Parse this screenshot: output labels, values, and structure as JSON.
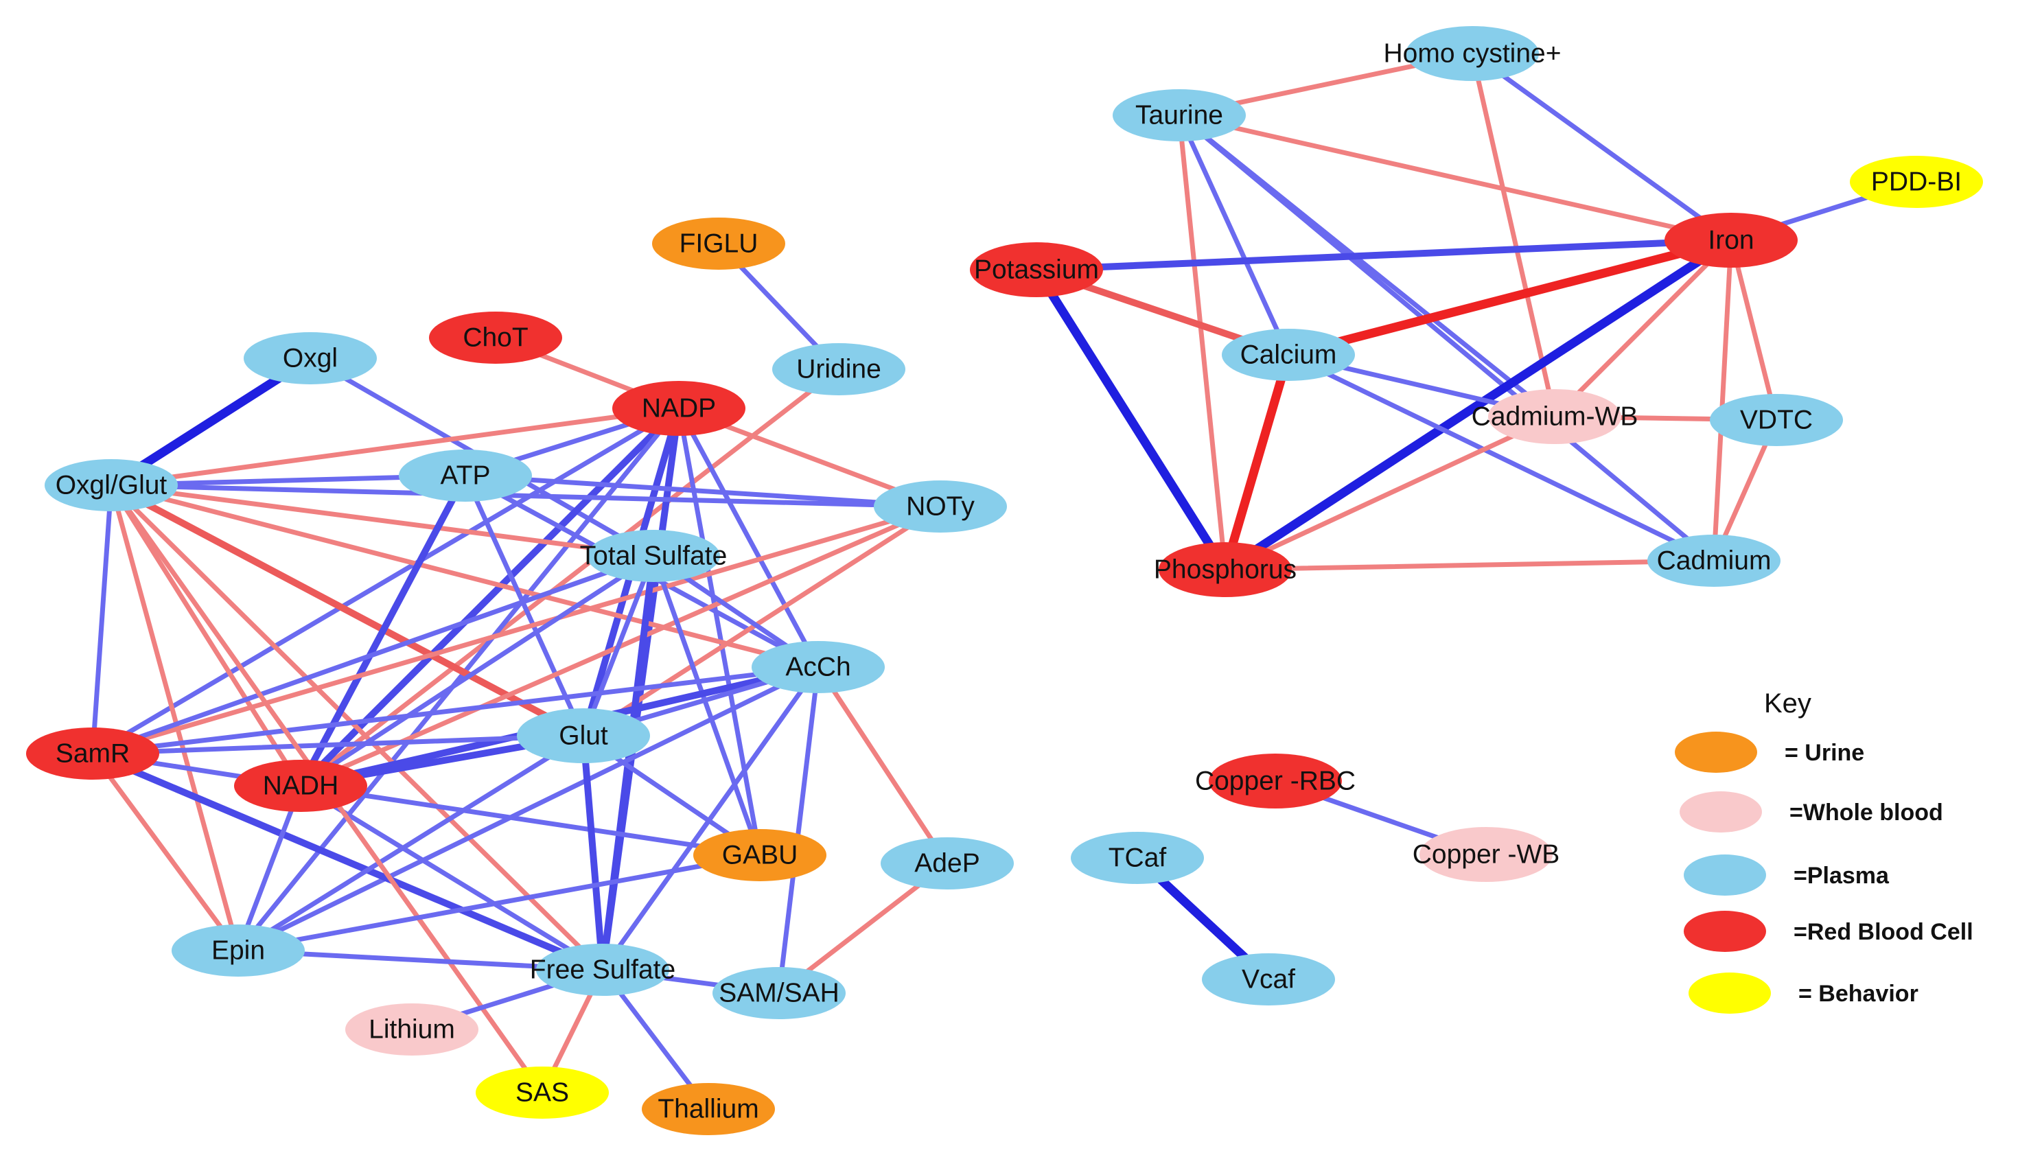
{
  "colors": {
    "plasma": "#87CEEB",
    "rbc": "#F0312F",
    "urine": "#F7941D",
    "whole_blood": "#F9C9CB",
    "behavior": "#FFFF00",
    "positive_edge": "#F08080",
    "negative_edge": "#6A6AF0"
  },
  "nodes": [
    {
      "id": "oxgl",
      "label": "Oxgl",
      "group": "plasma"
    },
    {
      "id": "chot",
      "label": "ChoT",
      "group": "rbc"
    },
    {
      "id": "figlu",
      "label": "FIGLU",
      "group": "urine"
    },
    {
      "id": "uridine",
      "label": "Uridine",
      "group": "plasma"
    },
    {
      "id": "nadp",
      "label": "NADP",
      "group": "rbc"
    },
    {
      "id": "oxglglut",
      "label": "Oxgl/Glut",
      "group": "plasma"
    },
    {
      "id": "atp",
      "label": "ATP",
      "group": "plasma"
    },
    {
      "id": "noty",
      "label": "NOTy",
      "group": "plasma"
    },
    {
      "id": "totsulf",
      "label": "Total Sulfate",
      "group": "plasma"
    },
    {
      "id": "acch",
      "label": "AcCh",
      "group": "plasma"
    },
    {
      "id": "samr",
      "label": "SamR",
      "group": "rbc"
    },
    {
      "id": "glut",
      "label": "Glut",
      "group": "plasma"
    },
    {
      "id": "nadh",
      "label": "NADH",
      "group": "rbc"
    },
    {
      "id": "gabu",
      "label": "GABU",
      "group": "urine"
    },
    {
      "id": "adep",
      "label": "AdeP",
      "group": "plasma"
    },
    {
      "id": "epin",
      "label": "Epin",
      "group": "plasma"
    },
    {
      "id": "freesulf",
      "label": "Free Sulfate",
      "group": "plasma"
    },
    {
      "id": "samsah",
      "label": "SAM/SAH",
      "group": "plasma"
    },
    {
      "id": "lithium",
      "label": "Lithium",
      "group": "whole_blood"
    },
    {
      "id": "sas",
      "label": "SAS",
      "group": "behavior"
    },
    {
      "id": "thallium",
      "label": "Thallium",
      "group": "urine"
    },
    {
      "id": "homocys",
      "label": "Homo cystine+",
      "group": "plasma"
    },
    {
      "id": "taurine",
      "label": "Taurine",
      "group": "plasma"
    },
    {
      "id": "pddbi",
      "label": "PDD-BI",
      "group": "behavior"
    },
    {
      "id": "iron",
      "label": "Iron",
      "group": "rbc"
    },
    {
      "id": "potassium",
      "label": "Potassium",
      "group": "rbc"
    },
    {
      "id": "calcium",
      "label": "Calcium",
      "group": "plasma"
    },
    {
      "id": "cadwb",
      "label": "Cadmium-WB",
      "group": "whole_blood"
    },
    {
      "id": "vdtc",
      "label": "VDTC",
      "group": "plasma"
    },
    {
      "id": "phosphorus",
      "label": "Phosphorus",
      "group": "rbc"
    },
    {
      "id": "cadmium",
      "label": "Cadmium",
      "group": "plasma"
    },
    {
      "id": "copperrbc",
      "label": "Copper -RBC",
      "group": "rbc"
    },
    {
      "id": "copperwb",
      "label": "Copper -WB",
      "group": "whole_blood"
    },
    {
      "id": "tcaf",
      "label": "TCaf",
      "group": "plasma"
    },
    {
      "id": "vcaf",
      "label": "Vcaf",
      "group": "plasma"
    }
  ],
  "edges": [
    {
      "source": "oxgl",
      "target": "oxglglut",
      "sign": "neg",
      "strength": 3
    },
    {
      "source": "oxgl",
      "target": "totsulf",
      "sign": "neg",
      "strength": 1
    },
    {
      "source": "chot",
      "target": "nadp",
      "sign": "pos",
      "strength": 1
    },
    {
      "source": "figlu",
      "target": "uridine",
      "sign": "neg",
      "strength": 1
    },
    {
      "source": "uridine",
      "target": "nadh",
      "sign": "pos",
      "strength": 1
    },
    {
      "source": "nadp",
      "target": "oxglglut",
      "sign": "pos",
      "strength": 1
    },
    {
      "source": "nadp",
      "target": "noty",
      "sign": "pos",
      "strength": 1
    },
    {
      "source": "nadp",
      "target": "atp",
      "sign": "neg",
      "strength": 1
    },
    {
      "source": "nadp",
      "target": "nadh",
      "sign": "neg",
      "strength": 2
    },
    {
      "source": "nadp",
      "target": "samr",
      "sign": "neg",
      "strength": 1
    },
    {
      "source": "nadp",
      "target": "glut",
      "sign": "neg",
      "strength": 2
    },
    {
      "source": "nadp",
      "target": "freesulf",
      "sign": "neg",
      "strength": 2
    },
    {
      "source": "nadp",
      "target": "gabu",
      "sign": "neg",
      "strength": 1
    },
    {
      "source": "nadp",
      "target": "acch",
      "sign": "neg",
      "strength": 1
    },
    {
      "source": "nadp",
      "target": "epin",
      "sign": "neg",
      "strength": 1
    },
    {
      "source": "oxglglut",
      "target": "atp",
      "sign": "neg",
      "strength": 1
    },
    {
      "source": "oxglglut",
      "target": "noty",
      "sign": "neg",
      "strength": 1
    },
    {
      "source": "oxglglut",
      "target": "totsulf",
      "sign": "pos",
      "strength": 1
    },
    {
      "source": "oxglglut",
      "target": "acch",
      "sign": "pos",
      "strength": 1
    },
    {
      "source": "oxglglut",
      "target": "samr",
      "sign": "neg",
      "strength": 1
    },
    {
      "source": "oxglglut",
      "target": "nadh",
      "sign": "pos",
      "strength": 1
    },
    {
      "source": "oxglglut",
      "target": "glut",
      "sign": "pos",
      "strength": 2
    },
    {
      "source": "oxglglut",
      "target": "epin",
      "sign": "pos",
      "strength": 1
    },
    {
      "source": "oxglglut",
      "target": "freesulf",
      "sign": "pos",
      "strength": 1
    },
    {
      "source": "atp",
      "target": "noty",
      "sign": "neg",
      "strength": 1
    },
    {
      "source": "atp",
      "target": "acch",
      "sign": "neg",
      "strength": 1
    },
    {
      "source": "atp",
      "target": "nadh",
      "sign": "neg",
      "strength": 2
    },
    {
      "source": "atp",
      "target": "glut",
      "sign": "neg",
      "strength": 1
    },
    {
      "source": "noty",
      "target": "samr",
      "sign": "pos",
      "strength": 1
    },
    {
      "source": "noty",
      "target": "nadh",
      "sign": "pos",
      "strength": 1
    },
    {
      "source": "noty",
      "target": "glut",
      "sign": "pos",
      "strength": 1
    },
    {
      "source": "totsulf",
      "target": "acch",
      "sign": "neg",
      "strength": 1
    },
    {
      "source": "totsulf",
      "target": "samr",
      "sign": "neg",
      "strength": 1
    },
    {
      "source": "totsulf",
      "target": "nadh",
      "sign": "neg",
      "strength": 1
    },
    {
      "source": "totsulf",
      "target": "glut",
      "sign": "neg",
      "strength": 1
    },
    {
      "source": "totsulf",
      "target": "freesulf",
      "sign": "neg",
      "strength": 2
    },
    {
      "source": "totsulf",
      "target": "gabu",
      "sign": "neg",
      "strength": 1
    },
    {
      "source": "acch",
      "target": "samr",
      "sign": "neg",
      "strength": 1
    },
    {
      "source": "acch",
      "target": "nadh",
      "sign": "neg",
      "strength": 2
    },
    {
      "source": "acch",
      "target": "glut",
      "sign": "neg",
      "strength": 1
    },
    {
      "source": "acch",
      "target": "adep",
      "sign": "pos",
      "strength": 1
    },
    {
      "source": "acch",
      "target": "freesulf",
      "sign": "neg",
      "strength": 1
    },
    {
      "source": "acch",
      "target": "epin",
      "sign": "neg",
      "strength": 1
    },
    {
      "source": "acch",
      "target": "samsah",
      "sign": "neg",
      "strength": 1
    },
    {
      "source": "samr",
      "target": "glut",
      "sign": "neg",
      "strength": 1
    },
    {
      "source": "samr",
      "target": "nadh",
      "sign": "neg",
      "strength": 1
    },
    {
      "source": "samr",
      "target": "freesulf",
      "sign": "neg",
      "strength": 2
    },
    {
      "source": "samr",
      "target": "epin",
      "sign": "pos",
      "strength": 1
    },
    {
      "source": "nadh",
      "target": "glut",
      "sign": "neg",
      "strength": 2
    },
    {
      "source": "nadh",
      "target": "gabu",
      "sign": "neg",
      "strength": 1
    },
    {
      "source": "nadh",
      "target": "freesulf",
      "sign": "neg",
      "strength": 1
    },
    {
      "source": "nadh",
      "target": "epin",
      "sign": "neg",
      "strength": 1
    },
    {
      "source": "glut",
      "target": "freesulf",
      "sign": "neg",
      "strength": 2
    },
    {
      "source": "glut",
      "target": "epin",
      "sign": "neg",
      "strength": 1
    },
    {
      "source": "glut",
      "target": "gabu",
      "sign": "neg",
      "strength": 1
    },
    {
      "source": "oxglglut",
      "target": "sas",
      "sign": "pos",
      "strength": 1
    },
    {
      "source": "gabu",
      "target": "epin",
      "sign": "neg",
      "strength": 1
    },
    {
      "source": "epin",
      "target": "freesulf",
      "sign": "neg",
      "strength": 1
    },
    {
      "source": "freesulf",
      "target": "samsah",
      "sign": "neg",
      "strength": 1
    },
    {
      "source": "freesulf",
      "target": "lithium",
      "sign": "neg",
      "strength": 1
    },
    {
      "source": "freesulf",
      "target": "sas",
      "sign": "pos",
      "strength": 1
    },
    {
      "source": "freesulf",
      "target": "thallium",
      "sign": "neg",
      "strength": 1
    },
    {
      "source": "adep",
      "target": "samsah",
      "sign": "pos",
      "strength": 1
    },
    {
      "source": "homocys",
      "target": "taurine",
      "sign": "pos",
      "strength": 1
    },
    {
      "source": "homocys",
      "target": "iron",
      "sign": "neg",
      "strength": 1
    },
    {
      "source": "homocys",
      "target": "cadwb",
      "sign": "pos",
      "strength": 1
    },
    {
      "source": "taurine",
      "target": "iron",
      "sign": "pos",
      "strength": 1
    },
    {
      "source": "taurine",
      "target": "calcium",
      "sign": "neg",
      "strength": 1
    },
    {
      "source": "taurine",
      "target": "phosphorus",
      "sign": "pos",
      "strength": 1
    },
    {
      "source": "taurine",
      "target": "cadwb",
      "sign": "neg",
      "strength": 1
    },
    {
      "source": "taurine",
      "target": "cadmium",
      "sign": "neg",
      "strength": 1
    },
    {
      "source": "iron",
      "target": "pddbi",
      "sign": "neg",
      "strength": 1
    },
    {
      "source": "iron",
      "target": "potassium",
      "sign": "neg",
      "strength": 2
    },
    {
      "source": "iron",
      "target": "calcium",
      "sign": "pos",
      "strength": 3
    },
    {
      "source": "iron",
      "target": "phosphorus",
      "sign": "neg",
      "strength": 3
    },
    {
      "source": "iron",
      "target": "cadwb",
      "sign": "pos",
      "strength": 1
    },
    {
      "source": "iron",
      "target": "vdtc",
      "sign": "pos",
      "strength": 1
    },
    {
      "source": "iron",
      "target": "cadmium",
      "sign": "pos",
      "strength": 1
    },
    {
      "source": "potassium",
      "target": "calcium",
      "sign": "pos",
      "strength": 2
    },
    {
      "source": "potassium",
      "target": "phosphorus",
      "sign": "neg",
      "strength": 3
    },
    {
      "source": "calcium",
      "target": "phosphorus",
      "sign": "pos",
      "strength": 3
    },
    {
      "source": "calcium",
      "target": "cadwb",
      "sign": "neg",
      "strength": 1
    },
    {
      "source": "calcium",
      "target": "cadmium",
      "sign": "neg",
      "strength": 1
    },
    {
      "source": "cadwb",
      "target": "vdtc",
      "sign": "pos",
      "strength": 1
    },
    {
      "source": "cadwb",
      "target": "phosphorus",
      "sign": "pos",
      "strength": 1
    },
    {
      "source": "vdtc",
      "target": "cadmium",
      "sign": "pos",
      "strength": 1
    },
    {
      "source": "phosphorus",
      "target": "cadmium",
      "sign": "pos",
      "strength": 1
    },
    {
      "source": "copperrbc",
      "target": "copperwb",
      "sign": "neg",
      "strength": 1
    },
    {
      "source": "tcaf",
      "target": "vcaf",
      "sign": "neg",
      "strength": 3
    }
  ],
  "key": {
    "title": "Key",
    "items": [
      {
        "group": "urine",
        "label": "= Urine"
      },
      {
        "group": "whole_blood",
        "label": "=Whole blood"
      },
      {
        "group": "plasma",
        "label": "=Plasma"
      },
      {
        "group": "rbc",
        "label": "=Red Blood Cell"
      },
      {
        "group": "behavior",
        "label": "= Behavior"
      }
    ]
  }
}
